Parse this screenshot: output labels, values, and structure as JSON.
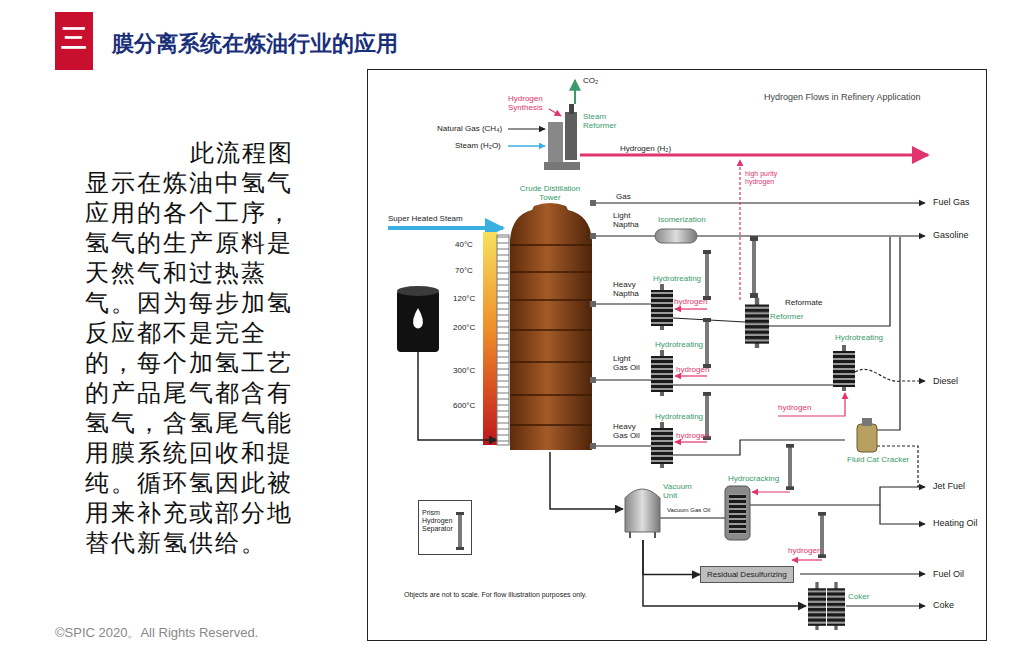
{
  "diagram": {
    "title": "膜分离系统在炼油行业的应用",
    "nodes": [
      {
        "text": [
          "三"
        ]
      },
      {
        "text": [
          "Hydrogen Flows in Refinery Application"
        ]
      },
      {
        "text": [
          "Crude Distillation Tower"
        ],
        "in": 1
      },
      {
        "text": [
          "Vacuum Unit"
        ],
        "in": 1
      },
      {
        "text": [
          "Residual Desulfurizing"
        ],
        "in": 1
      },
      {
        "text": [
          "Coker"
        ],
        "in": 1
      },
      {
        "text": [
          "Fluid Cat Cracker"
        ],
        "in": 1
      },
      {
        "text": [
          "Prism Hydrogen Separator"
        ],
        "in": 1
      }
    ],
    "edges": [
      {
        "from": 2,
        "to": 3,
        "arrow": "to"
      },
      {
        "from": 3,
        "to": 4,
        "arrow": "to"
      },
      {
        "from": 3,
        "to": 5,
        "arrow": "to"
      }
    ],
    "labels": [
      "CO₂",
      "Hydrogen Synthesis",
      "Steam Reformer",
      "Natural Gas (CH₄)",
      "Steam (H₂O)",
      "Hydrogen (H₂)",
      "Gas",
      "Light Naptha",
      "Isomerization",
      "Fuel Gas",
      "Gasoline",
      "Super Heated Steam",
      "40°C",
      "70°C",
      "120°C",
      "200°C",
      "300°C",
      "600°C",
      "high purity hydrogen",
      "Heavy Naptha",
      "Hydrotreating",
      "hydrogen",
      "Reformate",
      "Reformer",
      "Hydrotreating",
      "Light Gas Oil",
      "Hydrotreating",
      "hydrogen",
      "Diesel",
      "hydrogen",
      "Heavy Gas Oil",
      "Hydrotreating",
      "hydrogen",
      "Hydrocracking",
      "Vacuum Gas Oil",
      "Jet Fuel",
      "Heating Oil",
      "hydrogen",
      "Fuel Oil",
      "Coke",
      "Objects are not to scale. For flow illustration purposes only.",
      "此流程图显示在炼油中氢气应用的各个工序，氢气的生产原料是天然气和过热蒸气。因为每步加氢反应都不是完全的，每个加氢工艺的产品尾气都含有氢气，含氢尾气能用膜系统回收和提纯。循环氢因此被用来补充或部分地替代新氢供给。",
      "©SPIC 2020。All Rights Reserved."
    ]
  }
}
